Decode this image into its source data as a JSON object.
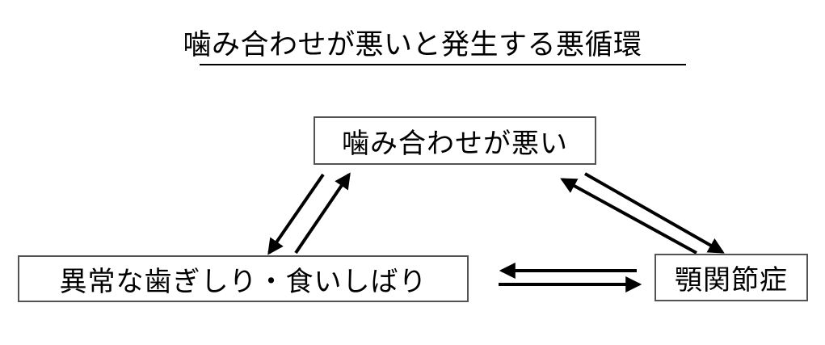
{
  "title": {
    "text": "噛み合わせが悪いと発生する悪循環",
    "underlined": true
  },
  "nodes": [
    {
      "id": "bad-bite",
      "label": "噛み合わせが悪い"
    },
    {
      "id": "bruxism",
      "label": "異常な歯ぎしり・食いしばり"
    },
    {
      "id": "tmj",
      "label": "顎関節症"
    }
  ],
  "edges": [
    {
      "id": "bad-bite-to-bruxism",
      "from": "噛み合わせが悪い",
      "to": "異常な歯ぎしり・食いしばり",
      "direction": "down-left"
    },
    {
      "id": "bruxism-to-bad-bite",
      "from": "異常な歯ぎしり・食いしばり",
      "to": "噛み合わせが悪い",
      "direction": "up-right"
    },
    {
      "id": "bad-bite-to-tmj",
      "from": "噛み合わせが悪い",
      "to": "顎関節症",
      "direction": "down-right"
    },
    {
      "id": "tmj-to-bad-bite",
      "from": "顎関節症",
      "to": "噛み合わせが悪い",
      "direction": "up-left"
    },
    {
      "id": "tmj-to-bruxism",
      "from": "顎関節症",
      "to": "異常な歯ぎしり・食いしばり",
      "direction": "left"
    },
    {
      "id": "bruxism-to-tmj",
      "from": "異常な歯ぎしり・食いしばり",
      "to": "顎関節症",
      "direction": "right"
    }
  ],
  "colors": {
    "background": "#ffffff",
    "text": "#000000",
    "box_border": "#545454",
    "arrow": "#000000"
  }
}
